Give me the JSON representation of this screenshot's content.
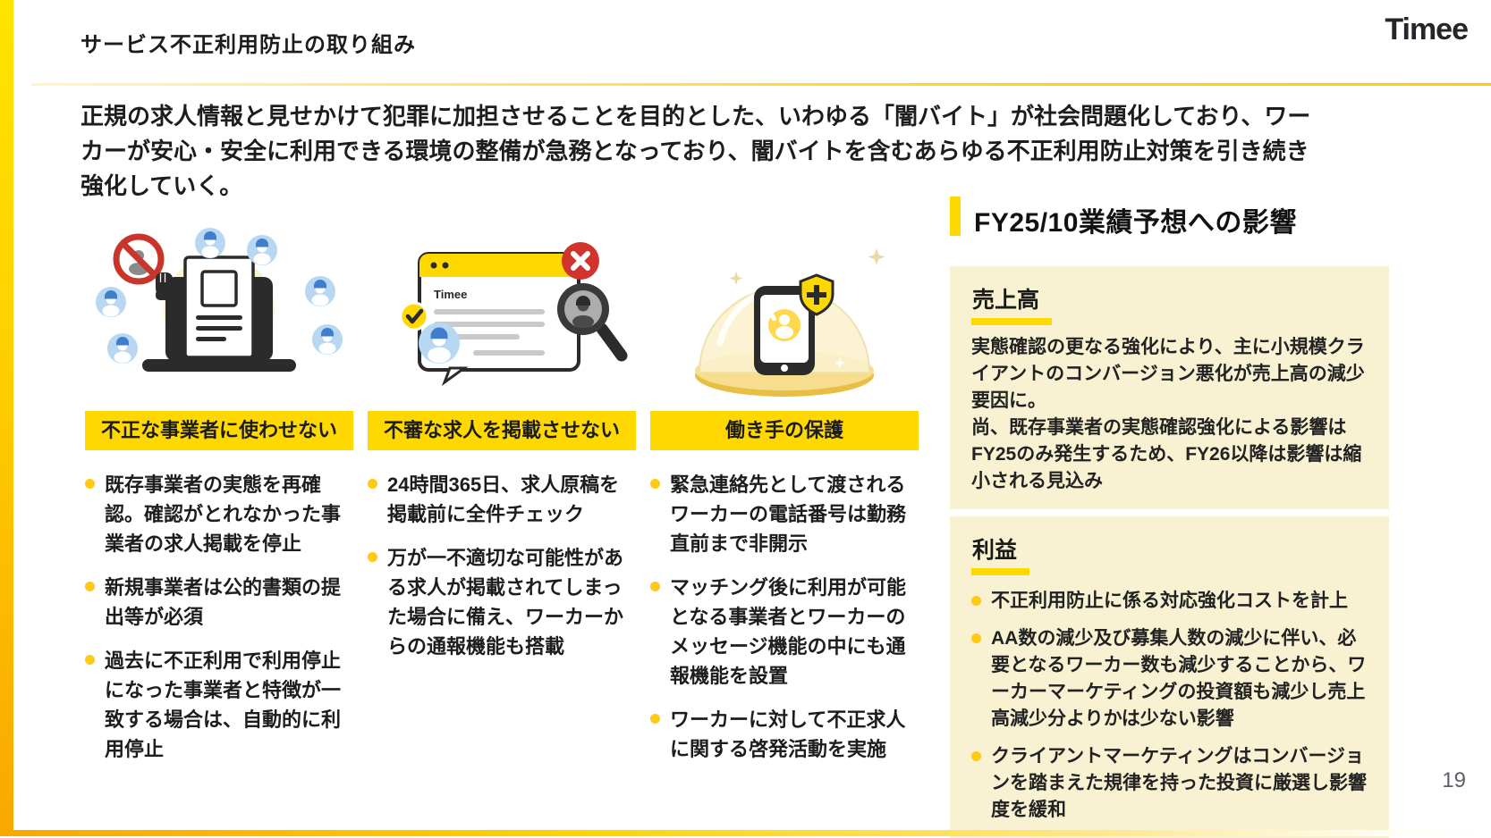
{
  "brand": {
    "logo_text": "Timee"
  },
  "header": {
    "title": "サービス不正利用防止の取り組み"
  },
  "intro": {
    "text": "正規の求人情報と見せかけて犯罪に加担させることを目的とした、いわゆる「闇バイト」が社会問題化しており、ワーカーが安心・安全に利用できる環境の整備が急務となっており、闇バイトを含むあらゆる不正利用防止対策を引き続き強化していく。"
  },
  "columns": [
    {
      "header": "不正な事業者に使わせない",
      "bullets": [
        "既存事業者の実態を再確認。確認がとれなかった事業者の求人掲載を停止",
        "新規事業者は公的書類の提出等が必須",
        "過去に不正利用で利用停止になった事業者と特徴が一致する場合は、自動的に利用停止"
      ]
    },
    {
      "header": "不審な求人を掲載させない",
      "bullets": [
        "24時間365日、求人原稿を掲載前に全件チェック",
        "万が一不適切な可能性がある求人が掲載されてしまった場合に備え、ワーカーからの通報機能も搭載"
      ]
    },
    {
      "header": "働き手の保護",
      "bullets": [
        "緊急連絡先として渡されるワーカーの電話番号は勤務直前まで非開示",
        "マッチング後に利用が可能となる事業者とワーカーのメッセージ機能の中にも通報機能を設置",
        "ワーカーに対して不正求人に関する啓発活動を実施"
      ]
    }
  ],
  "forecast": {
    "title": "FY25/10業績予想への影響",
    "revenue": {
      "heading": "売上高",
      "paragraphs": [
        "実態確認の更なる強化により、主に小規模クライアントのコンバージョン悪化が売上高の減少要因に。",
        "尚、既存事業者の実態確認強化による影響はFY25のみ発生するため、FY26以降は影響は縮小される見込み"
      ]
    },
    "profit": {
      "heading": "利益",
      "bullets": [
        "不正利用防止に係る対応強化コストを計上",
        "AA数の減少及び募集人数の減少に伴い、必要となるワーカー数も減少することから、ワーカーマーケティングの投資額も減少し売上高減少分よりかは少ない影響",
        "クライアントマーケティングはコンバージョンを踏まえた規律を持った投資に厳選し影響度を緩和"
      ]
    }
  },
  "illustrations": {
    "browser_label": "Timee"
  },
  "footer": {
    "page_number": "19"
  },
  "colors": {
    "accent_yellow": "#FFD800",
    "pale_yellow_box": "#F8F2D3",
    "orange": "#F9A800",
    "bullet_gold": "#FFC915",
    "text_dark": "#1D1D1D",
    "prohibition_red": "#C9342B",
    "avatar_blue": "#B7D7F3",
    "page_number_gray": "#5B6069"
  }
}
